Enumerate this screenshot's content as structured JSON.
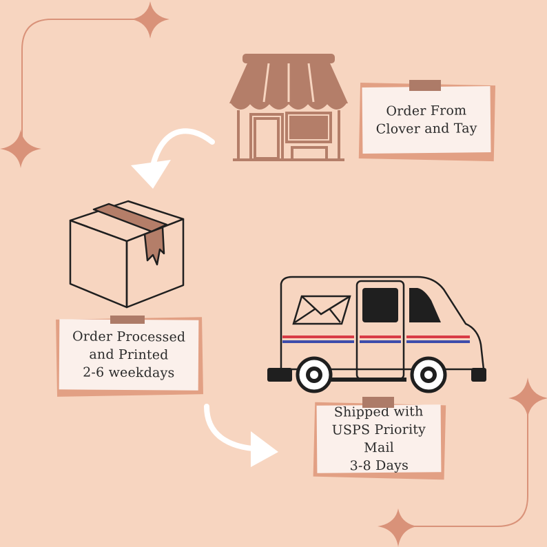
{
  "colors": {
    "background": "#f7d5c0",
    "accent": "#d99279",
    "shop": "#b47e69",
    "note_front": "#fbf0eb",
    "note_back": "#e2a084",
    "tape": "#ad7b68",
    "outline": "#1f1f1f",
    "stripe_red": "#d93b45",
    "stripe_blue": "#3e4dab",
    "arrow": "#ffffff"
  },
  "steps": [
    {
      "icon": "storefront-icon",
      "lines": [
        "Order From",
        "Clover and Tay"
      ]
    },
    {
      "icon": "package-box-icon",
      "lines": [
        "Order Processed",
        "and Printed",
        "2-6 weekdays"
      ]
    },
    {
      "icon": "mail-truck-icon",
      "lines": [
        "Shipped with",
        "USPS Priority Mail",
        "3-8 Days"
      ]
    }
  ]
}
